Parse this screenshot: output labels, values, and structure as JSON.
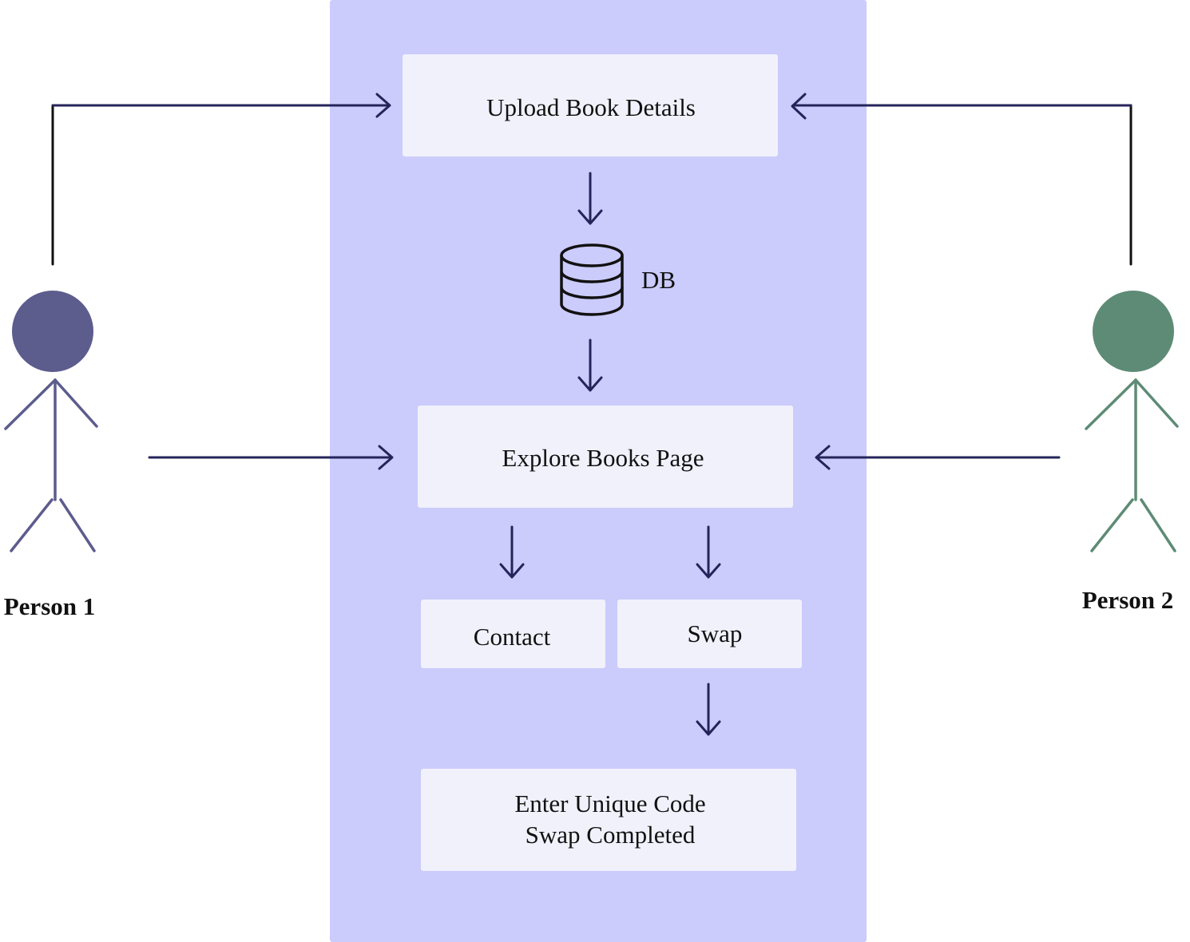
{
  "colors": {
    "system_bg": "#CBCBFC",
    "box_bg": "#F1F1FC",
    "arrow": "#25245A",
    "person1": "#5C5C8D",
    "person2": "#5E8B76",
    "line_black": "#111111"
  },
  "boxes": {
    "upload": "Upload Book Details",
    "db": "DB",
    "explore": "Explore Books Page",
    "contact": "Contact",
    "swap": "Swap",
    "final_line1": "Enter Unique Code",
    "final_line2": "Swap Completed"
  },
  "actors": {
    "person1": "Person 1",
    "person2": "Person 2"
  },
  "icons": {
    "db": "database-icon",
    "person1": "stick-figure-icon",
    "person2": "stick-figure-icon"
  }
}
